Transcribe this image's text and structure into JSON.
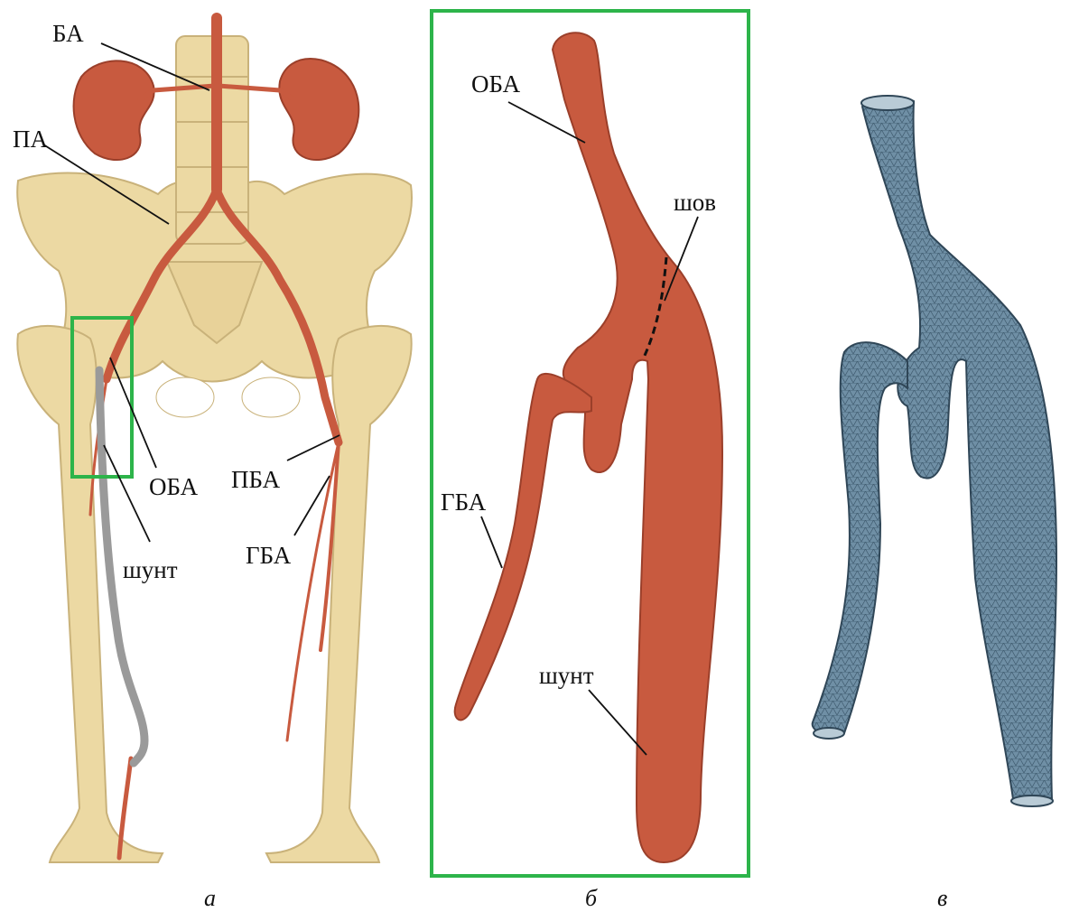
{
  "panels": {
    "a": {
      "caption": "а",
      "labels": {
        "ba": "БА",
        "pa": "ПА",
        "oba": "ОБА",
        "pba": "ПБА",
        "gba": "ГБА",
        "shunt": "шунт"
      }
    },
    "b": {
      "caption": "б",
      "labels": {
        "oba": "ОБА",
        "shov": "шов",
        "gba": "ГБА",
        "shunt": "шунт"
      }
    },
    "c": {
      "caption": "в"
    }
  },
  "colors": {
    "bone": "#ecd9a3",
    "bone_edge": "#c9b27a",
    "artery": "#c85a3f",
    "artery_dark": "#9b3f2a",
    "shunt_gray": "#9a9a9a",
    "mesh": "#6f8fa5",
    "mesh_line": "#3e5a6e",
    "frame_green": "#2db44a"
  }
}
